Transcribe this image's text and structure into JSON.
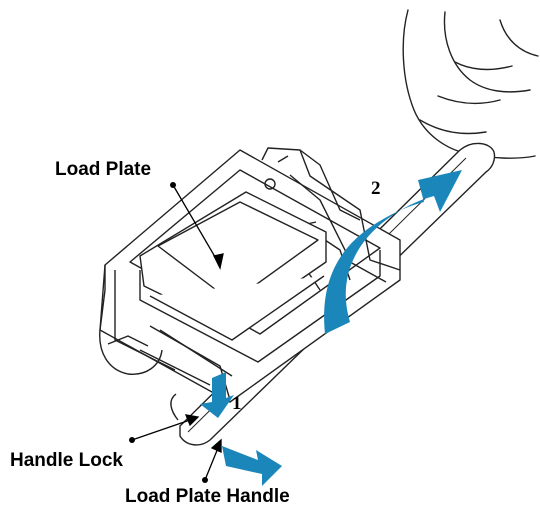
{
  "labels": {
    "load_plate": "Load Plate",
    "handle_lock": "Handle Lock",
    "load_plate_handle": "Load Plate Handle"
  },
  "steps": {
    "step_1": "1",
    "step_2": "2"
  },
  "colors": {
    "arrow": "#1b86b9",
    "line": "#222222",
    "text": "#000000"
  }
}
